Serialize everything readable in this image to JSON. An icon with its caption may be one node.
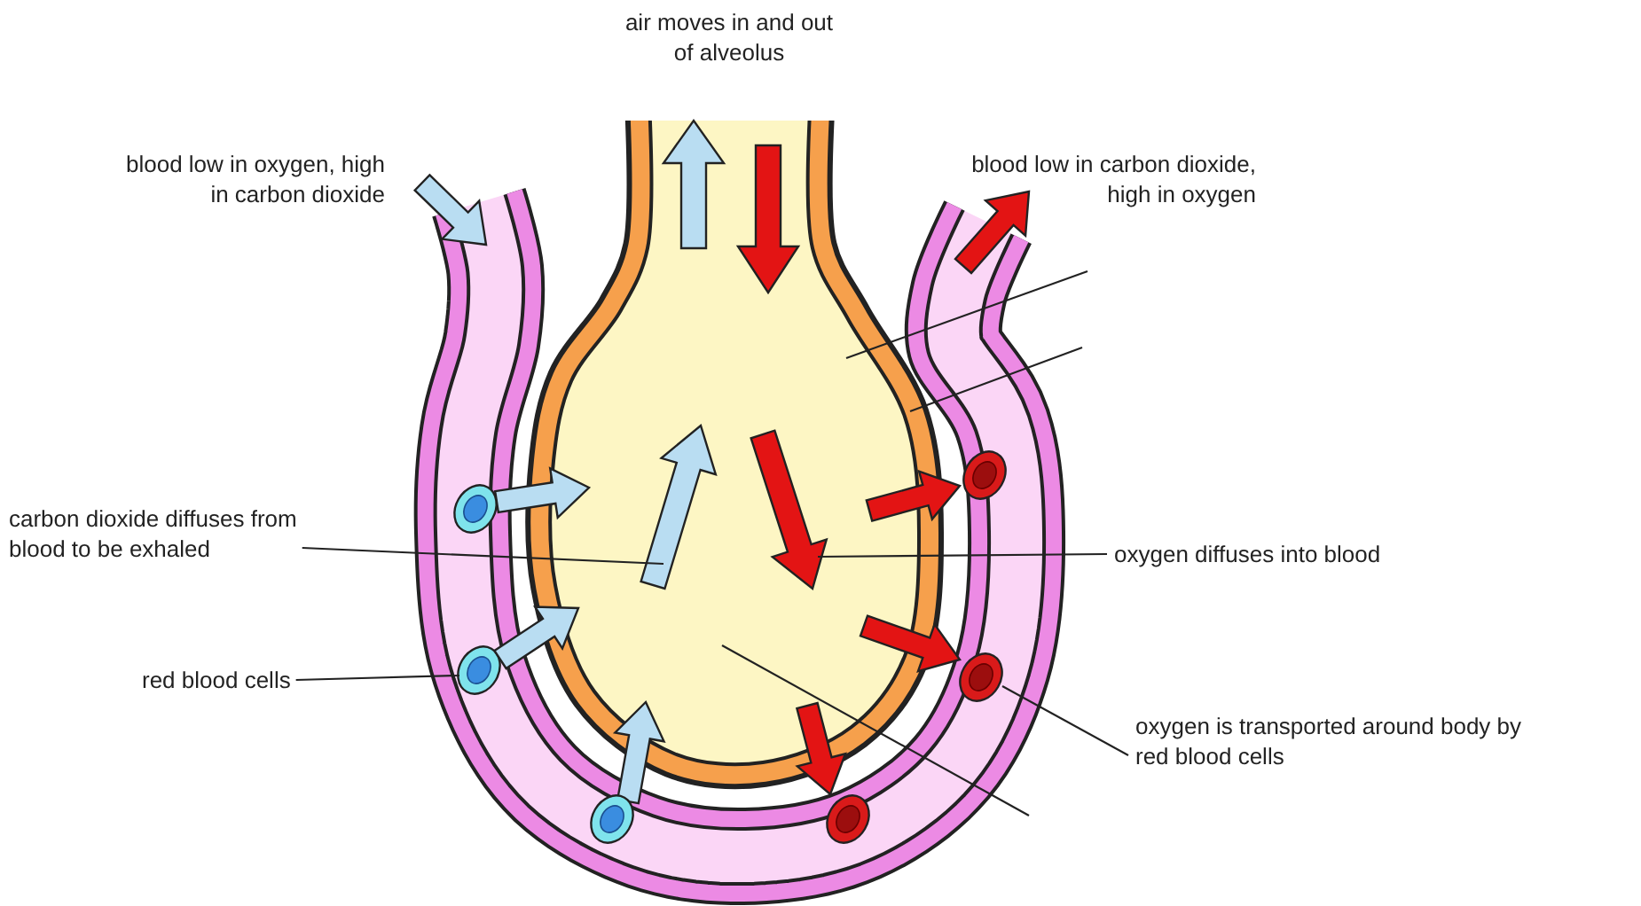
{
  "diagram": {
    "nodes": [
      {
        "text": [
          "carbon dioxide diffuses from blood to be exhaled"
        ]
      },
      {
        "text": [
          "red blood cells"
        ]
      },
      {
        "text": [
          "oxygen diffuses into blood"
        ]
      },
      {
        "text": [
          "oxygen is transported around body by red blood cells"
        ]
      },
      {
        "text": [],
        "shape": "arrow"
      },
      {
        "text": [],
        "shape": "circle"
      },
      {
        "text": [],
        "shape": "arrow"
      },
      {
        "text": [],
        "shape": "circle"
      }
    ],
    "edges": [
      {
        "from": 0,
        "to": 4,
        "arrow": "none"
      },
      {
        "from": 1,
        "to": 5,
        "arrow": "none"
      },
      {
        "from": 2,
        "to": 6,
        "arrow": "none"
      },
      {
        "from": 3,
        "to": 7,
        "arrow": "none"
      }
    ],
    "labels": [
      "air moves in and out of alveolus",
      "blood low in oxygen, high in carbon dioxide",
      "blood low in carbon dioxide, high in oxygen"
    ]
  }
}
